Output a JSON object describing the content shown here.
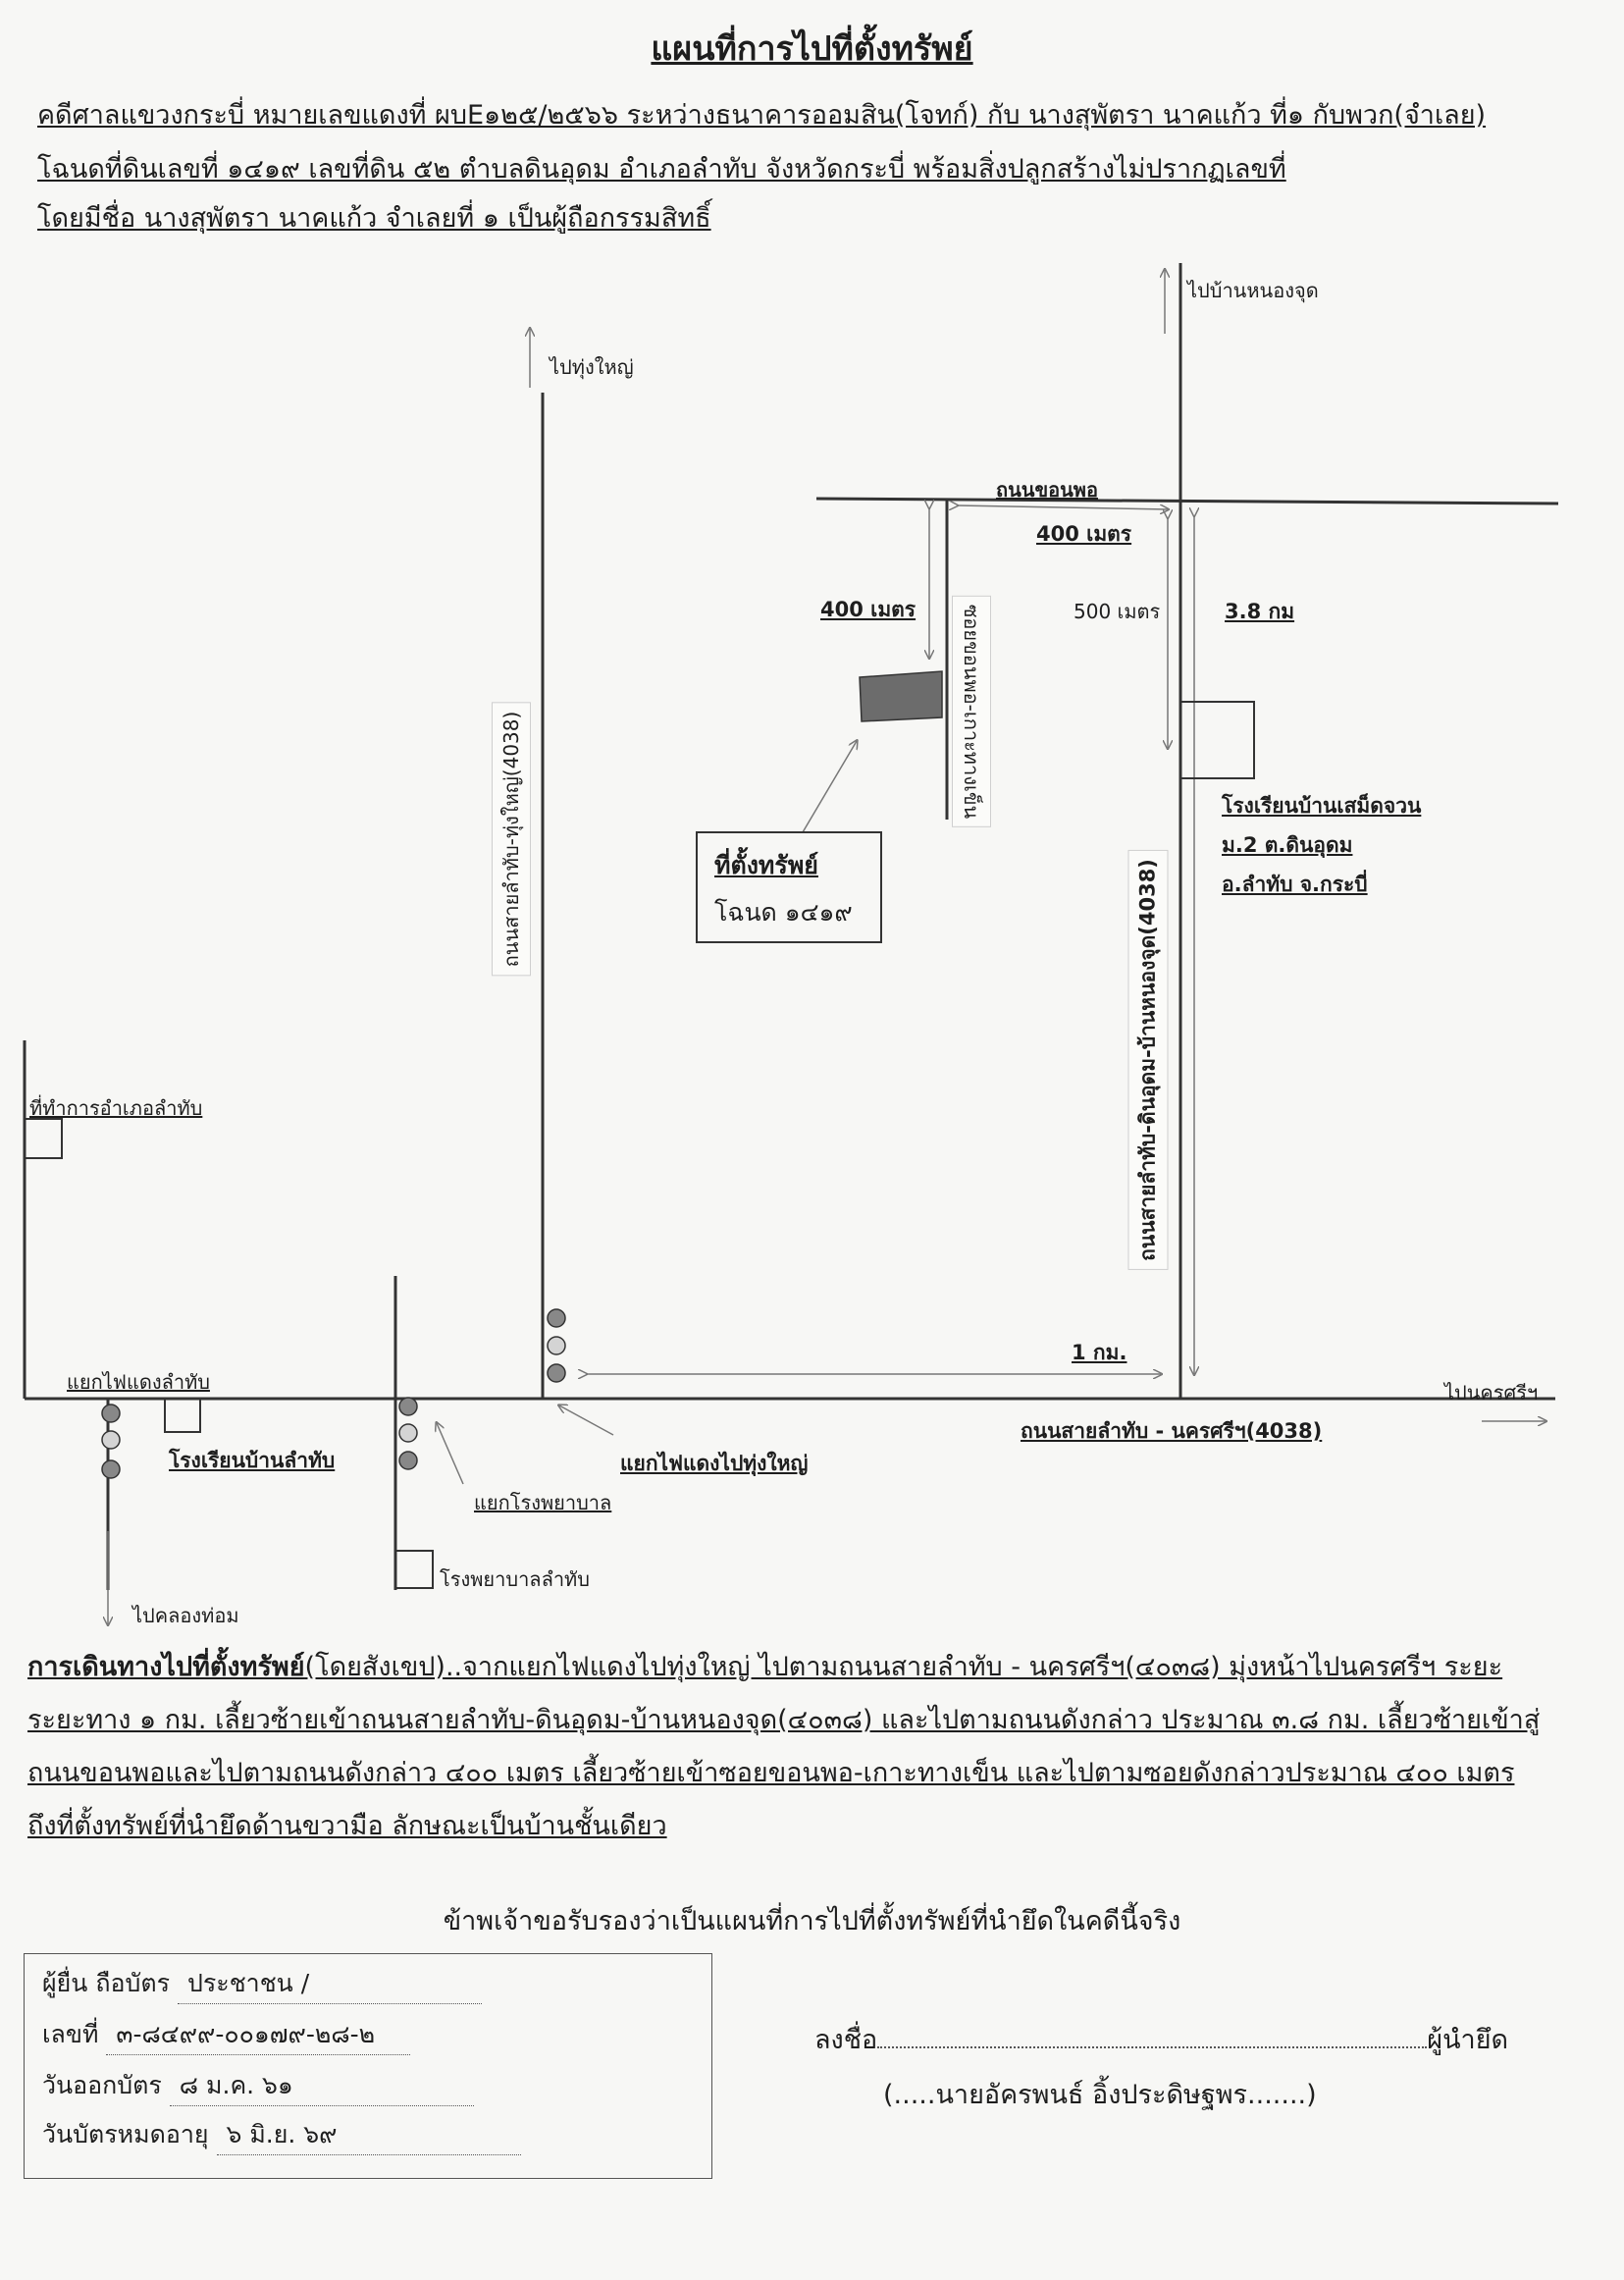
{
  "title": "แผนที่การไปที่ตั้งทรัพย์",
  "header_lines": [
    "คดีศาลแขวงกระบี่ หมายเลขแดงที่ ผบE๑๒๕/๒๕๖๖ ระหว่างธนาคารออมสิน(โจทก์) กับ นางสุพัตรา นาคแก้ว ที่๑ กับพวก(จำเลย)",
    "โฉนดที่ดินเลขที่ ๑๔๑๙ เลขที่ดิน ๕๒ ตำบลดินอุดม อำเภอลำทับ จังหวัดกระบี่ พร้อมสิ่งปลูกสร้างไม่ปรากฏเลขที่",
    "โดยมีชื่อ นางสุพัตรา นาคแก้ว  จำเลยที่ ๑ เป็นผู้ถือกรรมสิทธิ์"
  ],
  "map": {
    "to_ban_nong_chut": "ไปบ้านหนองจุด",
    "to_thung_yai": "ไปทุ่งใหญ่",
    "road_khon_pho": "ถนนขอนพอ",
    "dist_400_top": "400 เมตร",
    "dist_400_left": "400 เมตร",
    "dist_500": "500 เมตร",
    "dist_3_8": "3.8 กม",
    "soi_label": "ซอยขอนพอ-เกาะทางเข็น",
    "road_lamthap_thungyai": "ถนนสายลำทับ-ทุ่งใหญ่(4038)",
    "road_lamthap_dinudom": "ถนนสายลำทับ-ดินอุดม-บ้านหนองจุด(4038)",
    "property_label_1": "ที่ตั้งทรัพย์",
    "property_label_2": "โฉนด ๑๔๑๙",
    "school_seumit": [
      "โรงเรียนบ้านเสม็ดจวน",
      "ม.2 ต.ดินอุดม",
      "อ.ลำทับ จ.กระบี่"
    ],
    "district_office": "ที่ทำการอำเภอลำทับ",
    "dist_1km": "1 กม.",
    "to_nakhon_si": "ไปนครศรีฯ",
    "junction_lamthap": "แยกไฟแดงลำทับ",
    "road_main": "ถนนสายลำทับ - นครศรีฯ(4038)",
    "school_lamthap": "โรงเรียนบ้านลำทับ",
    "junction_thungyai": "แยกไฟแดงไปทุ่งใหญ่",
    "junction_hospital": "แยกโรงพยาบาล",
    "hospital": "โรงพยาบาลลำทับ",
    "to_khlong_thom": "ไปคลองท่อม"
  },
  "directions_title": "การเดินทางไปที่ตั้งทรัพย์",
  "directions_body": "(โดยสังเขป)..จากแยกไฟแดงไปทุ่งใหญ่ ไปตามถนนสายลำทับ - นครศรีฯ(๔๐๓๘) มุ่งหน้าไปนครศรีฯ ระยะ ระยะทาง ๑ กม. เลี้ยวซ้ายเข้าถนนสายลำทับ-ดินอุดม-บ้านหนองจุด(๔๐๓๘) และไปตามถนนดังกล่าว ประมาณ ๓.๘ กม. เลี้ยวซ้ายเข้าสู่ถนนขอนพอและไปตามถนนดังกล่าว ๔๐๐ เมตร เลี้ยวซ้ายเข้าซอยขอนพอ-เกาะทางเข็น และไปตามซอยดังกล่าวประมาณ ๔๐๐ เมตร ถึงที่ตั้งทรัพย์ที่นำยึดด้านขวามือ ลักษณะเป็นบ้านชั้นเดียว",
  "certification": "ข้าพเจ้าขอรับรองว่าเป็นแผนที่การไปที่ตั้งทรัพย์ที่นำยึดในคดีนี้จริง",
  "info": {
    "holder_label": "ผู้ยื่น ถือบัตร",
    "holder_value": "ประชาชน /",
    "number_label": "เลขที่",
    "number_value": "๓-๘๔๙๙-๐๐๑๗๙-๒๘-๒",
    "issue_label": "วันออกบัตร",
    "issue_value": "๘ ม.ค. ๖๑",
    "expiry_label": "วันบัตรหมดอายุ",
    "expiry_value": "๖ มิ.ย. ๖๙"
  },
  "signature": {
    "sign_label": "ลงชื่อ",
    "role": "ผู้นำยึด",
    "name": "(.....นายอัครพนธ์ อิ้งประดิษฐพร.......)"
  }
}
